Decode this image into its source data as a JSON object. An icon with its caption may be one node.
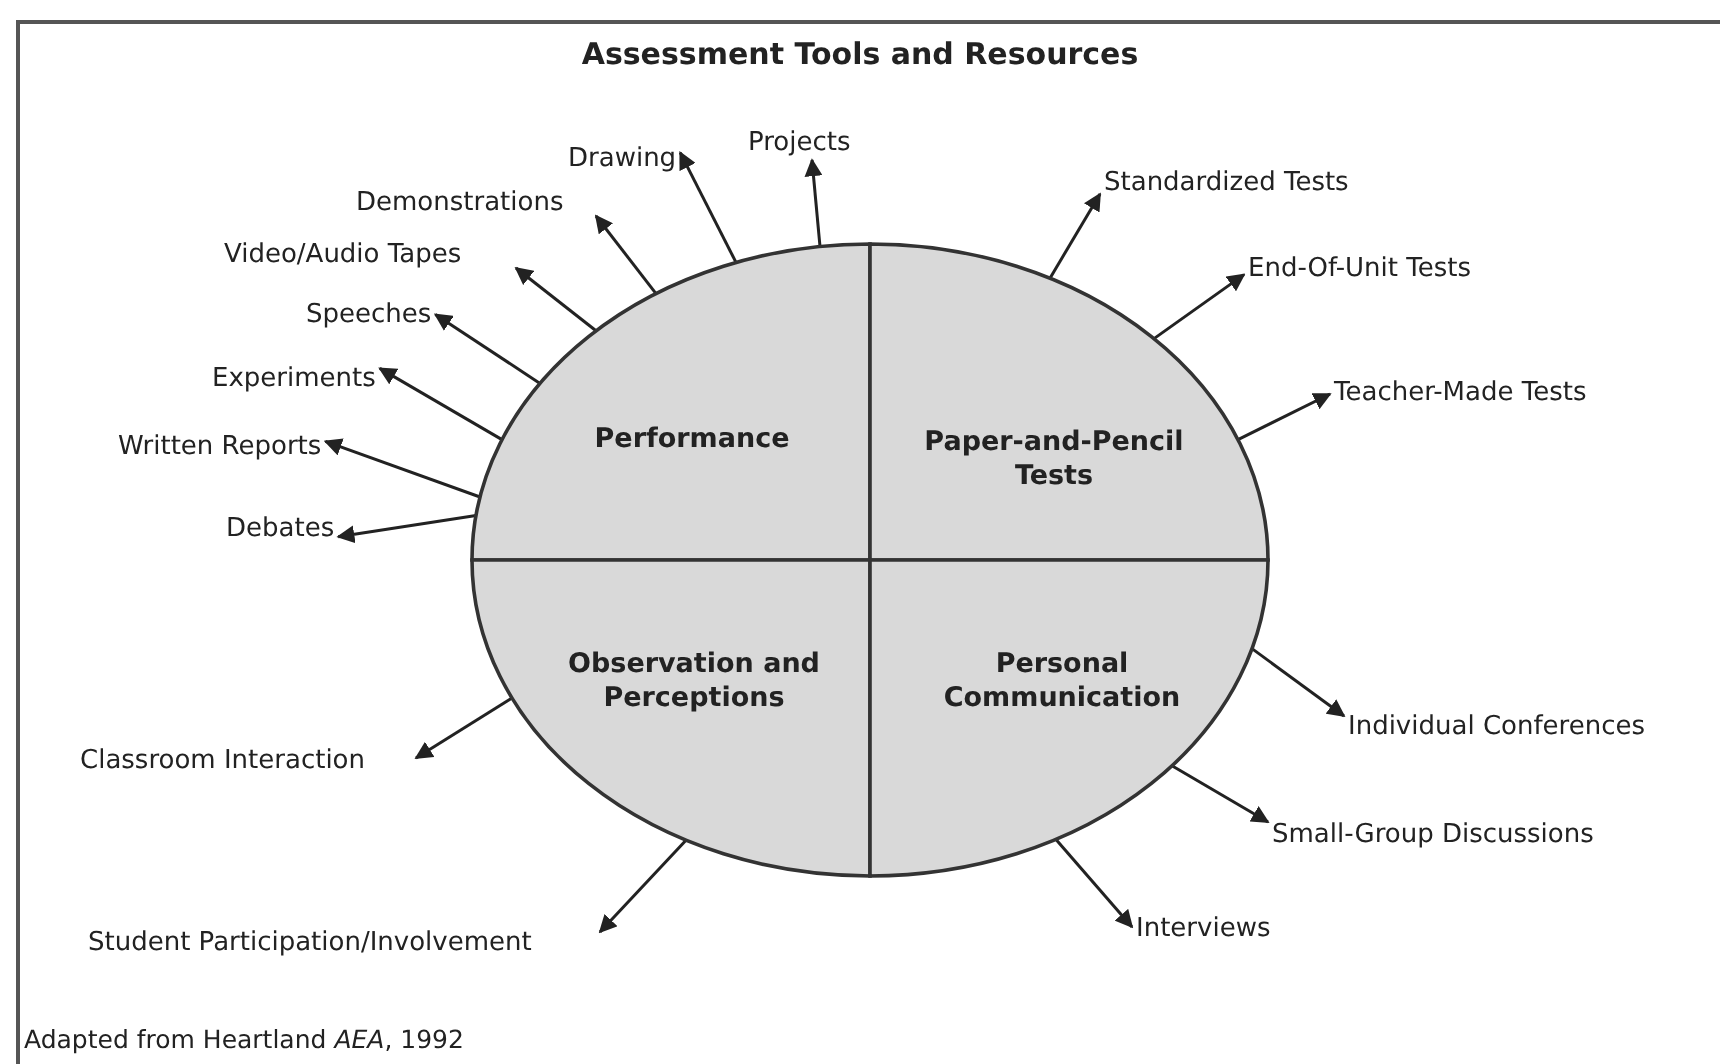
{
  "diagram": {
    "title": "Assessment Tools and Resources",
    "caption": "Adapted from Heartland *AEA*, 1992",
    "nodes": [
      {
        "text": [
          "Performance"
        ]
      },
      {
        "text": [
          "Paper-and-Pencil Tests"
        ]
      },
      {
        "text": [
          "Observation and Perceptions"
        ]
      },
      {
        "text": [
          "Personal Communication"
        ]
      },
      {
        "text": [
          "Projects"
        ]
      },
      {
        "text": [
          "Drawing"
        ]
      },
      {
        "text": [
          "Standardized Tests"
        ]
      },
      {
        "text": [
          "Demonstrations"
        ]
      },
      {
        "text": [
          "Video/Audio Tapes"
        ]
      },
      {
        "text": [
          "End-Of-Unit Tests"
        ]
      },
      {
        "text": [
          "Speeches"
        ]
      },
      {
        "text": [
          "Experiments"
        ]
      },
      {
        "text": [
          "Teacher-Made Tests"
        ]
      },
      {
        "text": [
          "Written Reports"
        ]
      },
      {
        "text": [
          "Debates"
        ]
      },
      {
        "text": [
          "Individual Conferences"
        ]
      },
      {
        "text": [
          "Classroom Interaction"
        ]
      },
      {
        "text": [
          "Small-Group Discussions"
        ]
      },
      {
        "text": [
          "Interviews"
        ]
      },
      {
        "text": [
          "Student Participation/Involvement"
        ]
      }
    ],
    "edges": [
      {
        "from": 0,
        "to": 4,
        "arrow": "to"
      },
      {
        "from": 0,
        "to": 5,
        "arrow": "to"
      },
      {
        "from": 1,
        "to": 6,
        "arrow": "to"
      },
      {
        "from": 0,
        "to": 7,
        "arrow": "to"
      },
      {
        "from": 0,
        "to": 8,
        "arrow": "to"
      },
      {
        "from": 1,
        "to": 9,
        "arrow": "to"
      },
      {
        "from": 0,
        "to": 10,
        "arrow": "to"
      },
      {
        "from": 0,
        "to": 11,
        "arrow": "to"
      },
      {
        "from": 1,
        "to": 12,
        "arrow": "to"
      },
      {
        "from": 0,
        "to": 13,
        "arrow": "to"
      },
      {
        "from": 0,
        "to": 14,
        "arrow": "to"
      },
      {
        "from": 3,
        "to": 15,
        "arrow": "to"
      },
      {
        "from": 2,
        "to": 16,
        "arrow": "to"
      },
      {
        "from": 3,
        "to": 17,
        "arrow": "to"
      },
      {
        "from": 3,
        "to": 18,
        "arrow": "to"
      },
      {
        "from": 2,
        "to": 19,
        "arrow": "to"
      }
    ]
  }
}
